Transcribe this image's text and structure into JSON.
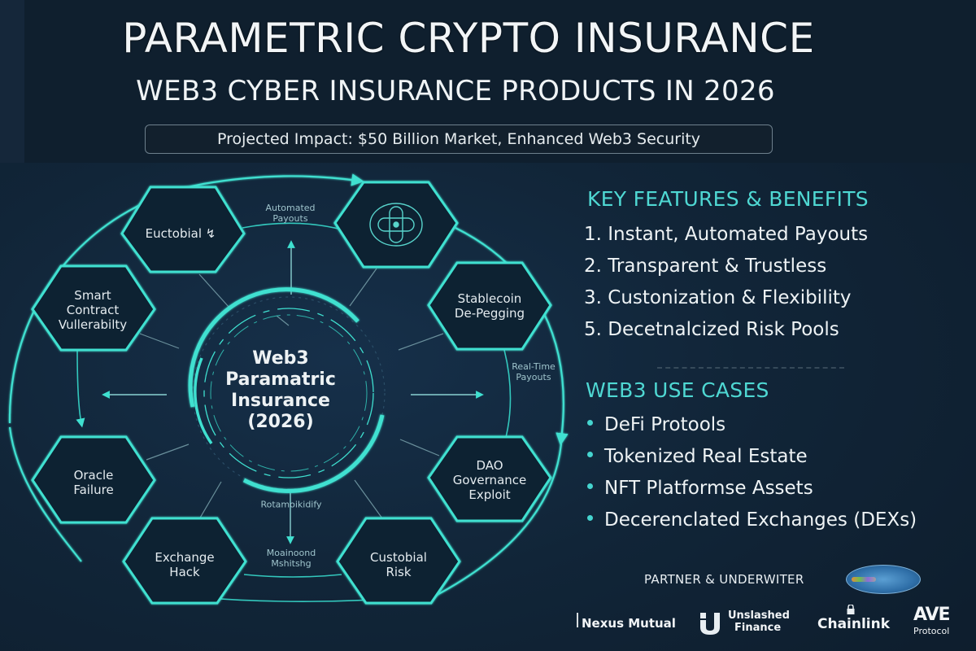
{
  "header": {
    "title": "PARAMETRIC CRYPTO INSURANCE",
    "subtitle": "WEB3 CYBER INSURANCE PRODUCTS IN 2026",
    "impact": "Projected Impact: $50 Billion Market, Enhanced Web3 Security"
  },
  "diagram": {
    "center": {
      "line1": "Web3",
      "line2": "Paramatric",
      "line3": "Insurance",
      "line4": "(2026)"
    },
    "hexagons": [
      {
        "id": "euctobial",
        "lines": [
          "Euctobial ↯"
        ]
      },
      {
        "id": "icon-node",
        "lines": [],
        "icon": "shield-cross-icon"
      },
      {
        "id": "smart-contract",
        "lines": [
          "Smart",
          "Contract",
          "Vullerabilty"
        ]
      },
      {
        "id": "stablecoin",
        "lines": [
          "Stablecoin",
          "De-Pegging"
        ]
      },
      {
        "id": "oracle",
        "lines": [
          "Oracle",
          "Failure"
        ]
      },
      {
        "id": "dao",
        "lines": [
          "DAO",
          "Governance",
          "Exploit"
        ]
      },
      {
        "id": "exchange",
        "lines": [
          "Exchange",
          "Hack"
        ]
      },
      {
        "id": "custodial",
        "lines": [
          "Custobial",
          "Risk"
        ]
      }
    ],
    "flow_labels": {
      "automated_payouts": [
        "Automated",
        "Payouts"
      ],
      "realtime_payouts": [
        "Real-Time",
        "Payouts"
      ],
      "middle": [
        "Rotamoikidify"
      ],
      "bottom": [
        "Moainoond",
        "Mshitshg"
      ]
    },
    "colors": {
      "accent": "#3fe0d0",
      "line": "#2bbfb4",
      "bg": "#112538"
    }
  },
  "features": {
    "title": "KEY FEATURES & BENEFITS",
    "items": [
      "1. Instant, Automated Payouts",
      "2. Transparent & Trustless",
      "3. Custonization & Flexibility",
      "5. Decetnalcized Risk Pools"
    ]
  },
  "use_cases": {
    "title": "WEB3 USE CASES",
    "items": [
      "DeFi Protools",
      "Tokenized Real Estate",
      "NFT Platformse Assets",
      "Decerenclated Exchanges (DEXs)"
    ]
  },
  "partners": {
    "title": "PARTNER & UNDERWITER",
    "logos": {
      "nexus": "Nexus Mutual",
      "unslashed_1": "Unslashed",
      "unslashed_2": "Finance",
      "chainlink": "Chainlink",
      "aave": "AVE",
      "aave_sub": "Protocol"
    }
  }
}
